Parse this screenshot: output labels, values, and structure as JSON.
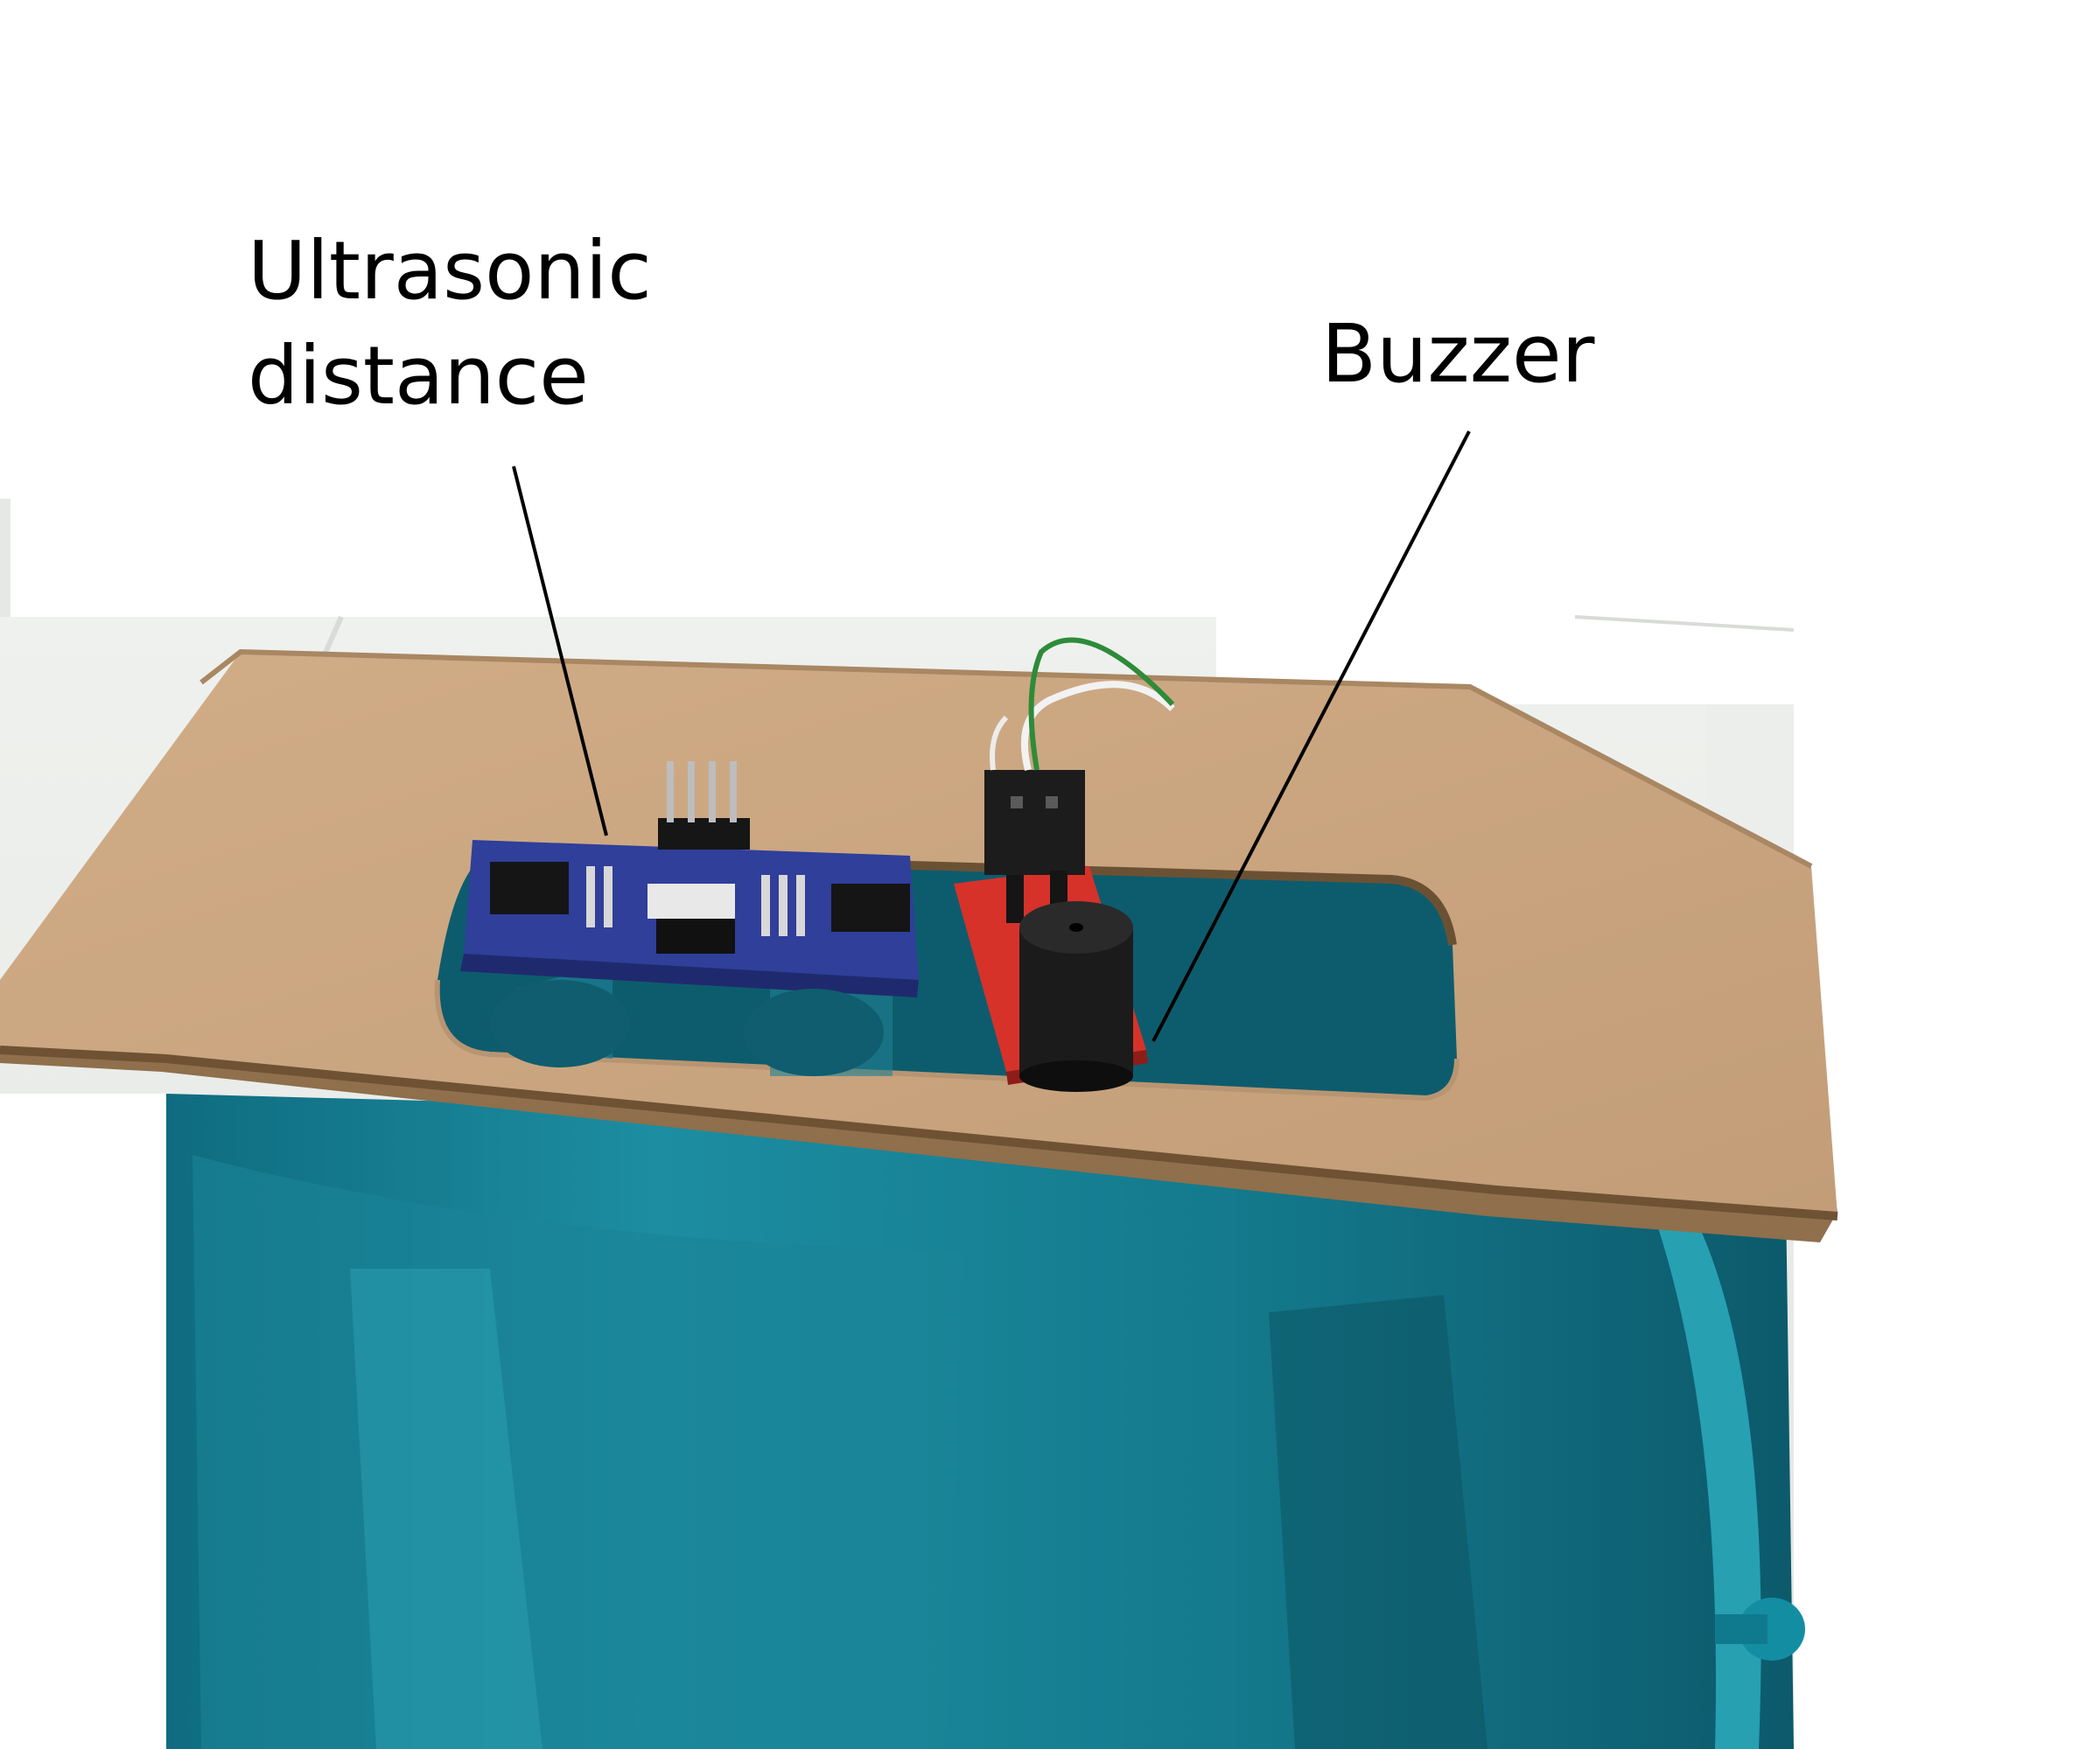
{
  "labels": {
    "ultrasonic_line1": "Ultrasonic",
    "ultrasonic_line2": "distance",
    "buzzer": "Buzzer"
  },
  "colors": {
    "background": "#ffffff",
    "floor": "#e9ece8",
    "cardboard": "#c9a57f",
    "cardboard_edge": "#8f6f4c",
    "bucket": "#1a7f93",
    "bucket_dark": "#0d5566",
    "sensor_board": "#2f3f9a",
    "buzzer_board": "#d7322a",
    "buzzer_body": "#1b1b1b",
    "leader_line": "#000000"
  },
  "icons": {
    "ultrasonic_sensor": "ultrasonic-sensor-illustration",
    "buzzer": "buzzer-illustration"
  }
}
